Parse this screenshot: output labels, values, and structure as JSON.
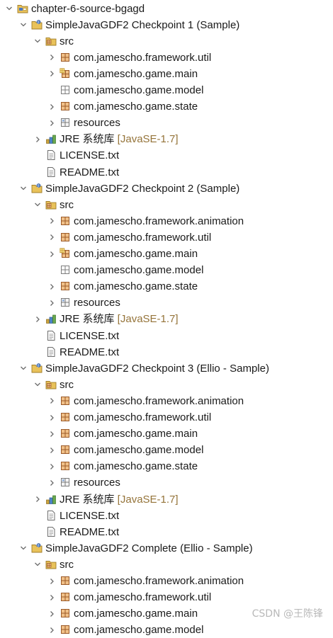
{
  "tree": [
    {
      "depth": 0,
      "kind": "project-folder",
      "arrow": "down",
      "label": "chapter-6-source-bgagd"
    },
    {
      "depth": 1,
      "kind": "project",
      "arrow": "down",
      "label": "SimpleJavaGDF2 Checkpoint 1 (Sample)"
    },
    {
      "depth": 2,
      "kind": "src-folder",
      "arrow": "down",
      "label": "src"
    },
    {
      "depth": 3,
      "kind": "package",
      "arrow": "right",
      "label": "com.jamescho.framework.util"
    },
    {
      "depth": 3,
      "kind": "package-main",
      "arrow": "right",
      "label": "com.jamescho.game.main"
    },
    {
      "depth": 3,
      "kind": "package-empty",
      "arrow": "none",
      "label": "com.jamescho.game.model"
    },
    {
      "depth": 3,
      "kind": "package",
      "arrow": "right",
      "label": "com.jamescho.game.state"
    },
    {
      "depth": 3,
      "kind": "resources",
      "arrow": "right",
      "label": "resources"
    },
    {
      "depth": 2,
      "kind": "jre-library",
      "arrow": "right",
      "label": "JRE 系统库",
      "decoration": "[JavaSE-1.7]"
    },
    {
      "depth": 2,
      "kind": "text-file",
      "arrow": "none",
      "label": "LICENSE.txt"
    },
    {
      "depth": 2,
      "kind": "text-file",
      "arrow": "none",
      "label": "README.txt"
    },
    {
      "depth": 1,
      "kind": "project",
      "arrow": "down",
      "label": "SimpleJavaGDF2 Checkpoint 2 (Sample)"
    },
    {
      "depth": 2,
      "kind": "src-folder",
      "arrow": "down",
      "label": "src"
    },
    {
      "depth": 3,
      "kind": "package",
      "arrow": "right",
      "label": "com.jamescho.framework.animation"
    },
    {
      "depth": 3,
      "kind": "package",
      "arrow": "right",
      "label": "com.jamescho.framework.util"
    },
    {
      "depth": 3,
      "kind": "package-main",
      "arrow": "right",
      "label": "com.jamescho.game.main"
    },
    {
      "depth": 3,
      "kind": "package-empty",
      "arrow": "none",
      "label": "com.jamescho.game.model"
    },
    {
      "depth": 3,
      "kind": "package",
      "arrow": "right",
      "label": "com.jamescho.game.state"
    },
    {
      "depth": 3,
      "kind": "resources",
      "arrow": "right",
      "label": "resources"
    },
    {
      "depth": 2,
      "kind": "jre-library",
      "arrow": "right",
      "label": "JRE 系统库",
      "decoration": "[JavaSE-1.7]"
    },
    {
      "depth": 2,
      "kind": "text-file",
      "arrow": "none",
      "label": "LICENSE.txt"
    },
    {
      "depth": 2,
      "kind": "text-file",
      "arrow": "none",
      "label": "README.txt"
    },
    {
      "depth": 1,
      "kind": "project",
      "arrow": "down",
      "label": "SimpleJavaGDF2 Checkpoint 3 (Ellio - Sample)"
    },
    {
      "depth": 2,
      "kind": "src-folder",
      "arrow": "down",
      "label": "src"
    },
    {
      "depth": 3,
      "kind": "package",
      "arrow": "right",
      "label": "com.jamescho.framework.animation"
    },
    {
      "depth": 3,
      "kind": "package",
      "arrow": "right",
      "label": "com.jamescho.framework.util"
    },
    {
      "depth": 3,
      "kind": "package",
      "arrow": "right",
      "label": "com.jamescho.game.main"
    },
    {
      "depth": 3,
      "kind": "package",
      "arrow": "right",
      "label": "com.jamescho.game.model"
    },
    {
      "depth": 3,
      "kind": "package",
      "arrow": "right",
      "label": "com.jamescho.game.state"
    },
    {
      "depth": 3,
      "kind": "resources",
      "arrow": "right",
      "label": "resources"
    },
    {
      "depth": 2,
      "kind": "jre-library",
      "arrow": "right",
      "label": "JRE 系统库",
      "decoration": "[JavaSE-1.7]"
    },
    {
      "depth": 2,
      "kind": "text-file",
      "arrow": "none",
      "label": "LICENSE.txt"
    },
    {
      "depth": 2,
      "kind": "text-file",
      "arrow": "none",
      "label": "README.txt"
    },
    {
      "depth": 1,
      "kind": "project",
      "arrow": "down",
      "label": "SimpleJavaGDF2 Complete (Ellio - Sample)"
    },
    {
      "depth": 2,
      "kind": "src-folder",
      "arrow": "down",
      "label": "src"
    },
    {
      "depth": 3,
      "kind": "package",
      "arrow": "right",
      "label": "com.jamescho.framework.animation"
    },
    {
      "depth": 3,
      "kind": "package",
      "arrow": "right",
      "label": "com.jamescho.framework.util"
    },
    {
      "depth": 3,
      "kind": "package",
      "arrow": "right",
      "label": "com.jamescho.game.main"
    },
    {
      "depth": 3,
      "kind": "package",
      "arrow": "right",
      "label": "com.jamescho.game.model"
    }
  ],
  "watermark": "CSDN @王陈锋",
  "colors": {
    "text": "#1a1a1a",
    "decoration": "#95743a",
    "arrow": "#6b6b6b",
    "package_brown": "#9b5a28",
    "package_fill": "#f0c088",
    "folder_yellow": "#e9c25a",
    "watermark": "#b8b8b8"
  }
}
